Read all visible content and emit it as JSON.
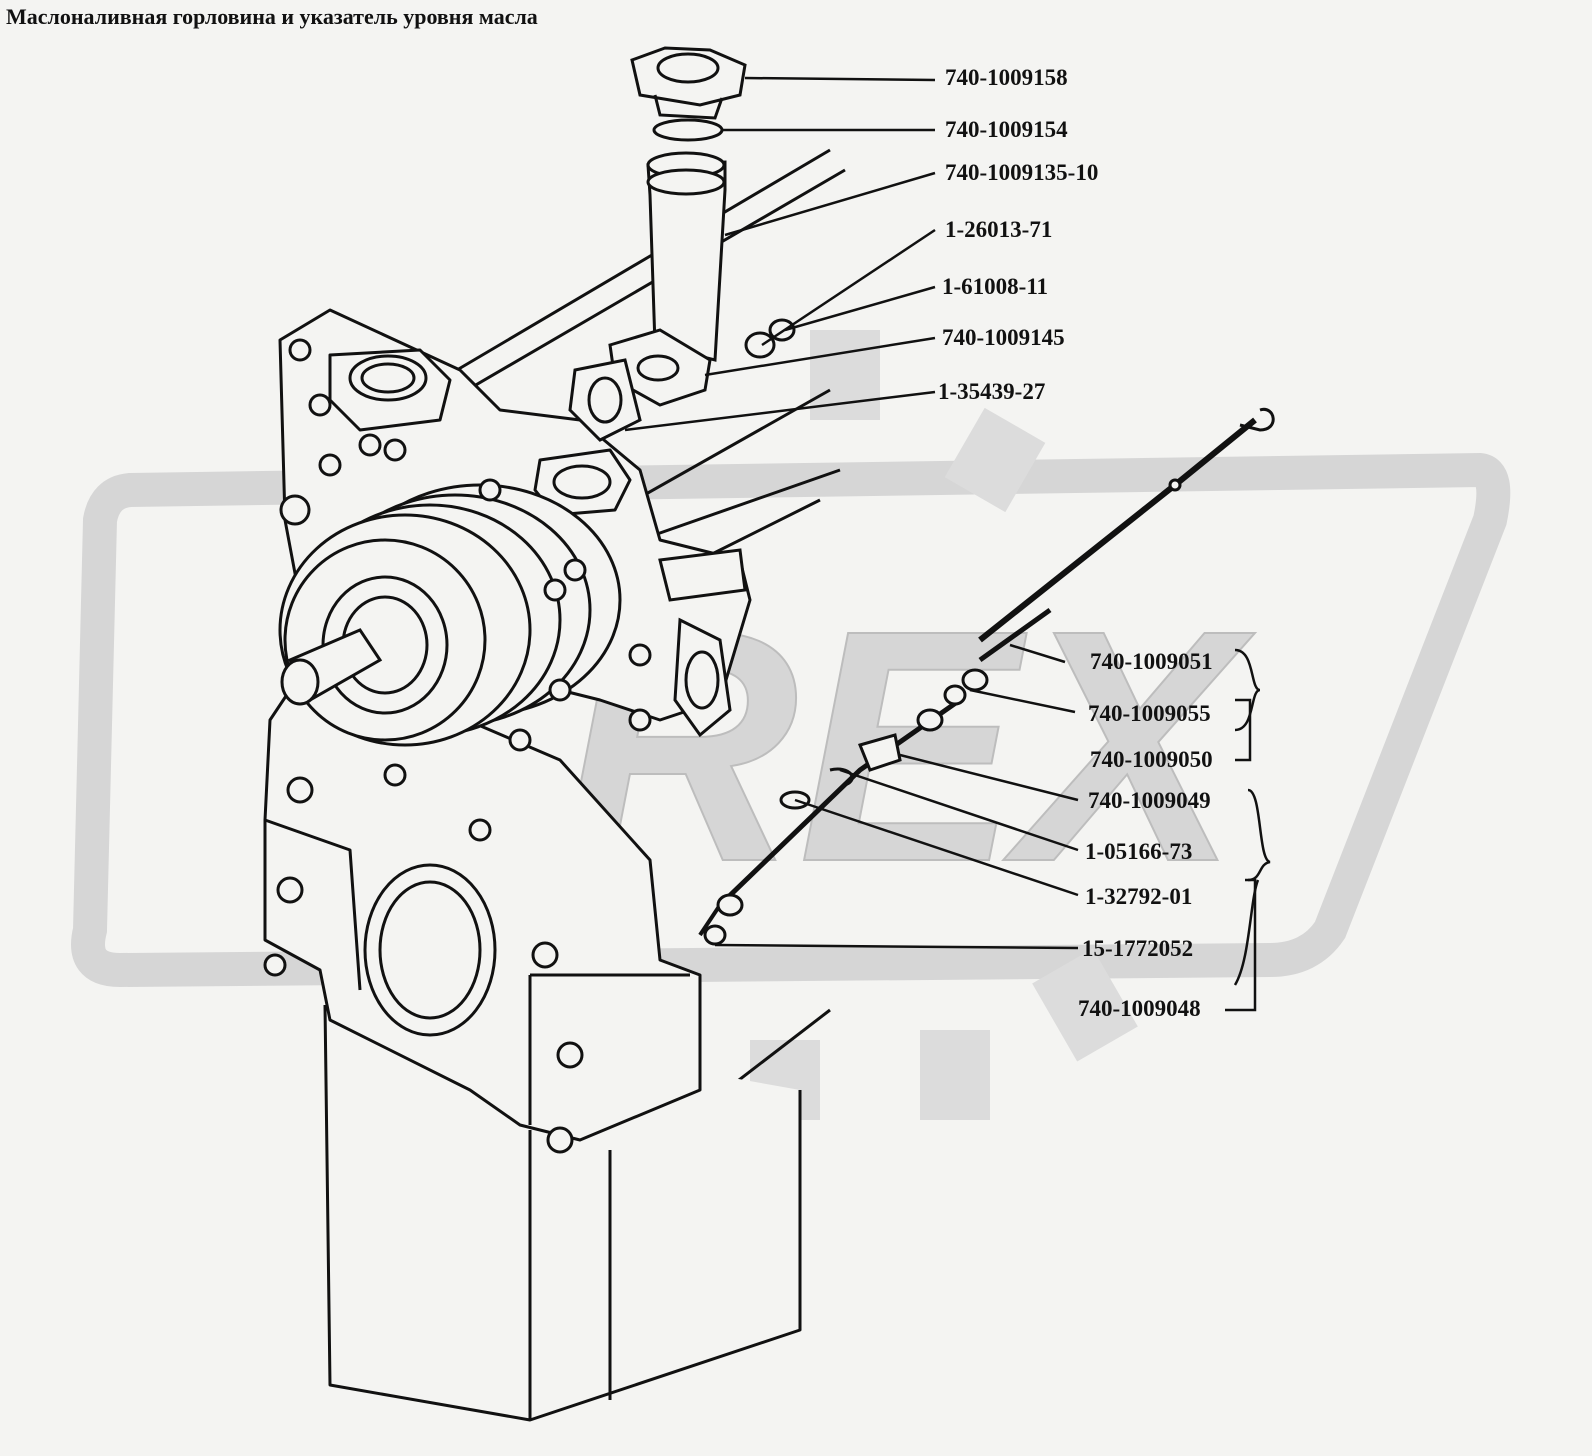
{
  "title": "Маслоналивная горловина и указатель уровня масла",
  "parts": {
    "p1": "740-1009158",
    "p2": "740-1009154",
    "p3": "740-1009135-10",
    "p4": "1-26013-71",
    "p5": "1-61008-11",
    "p6": "740-1009145",
    "p7": "1-35439-27",
    "p8": "740-1009051",
    "p9": "740-1009055",
    "p10": "740-1009050",
    "p11": "740-1009049",
    "p12": "1-05166-73",
    "p13": "1-32792-01",
    "p14": "15-1772052",
    "p15": "740-1009048"
  },
  "watermark": "REX",
  "colors": {
    "background": "#f4f4f2",
    "line": "#111111",
    "watermark": "#d6d6d6"
  }
}
